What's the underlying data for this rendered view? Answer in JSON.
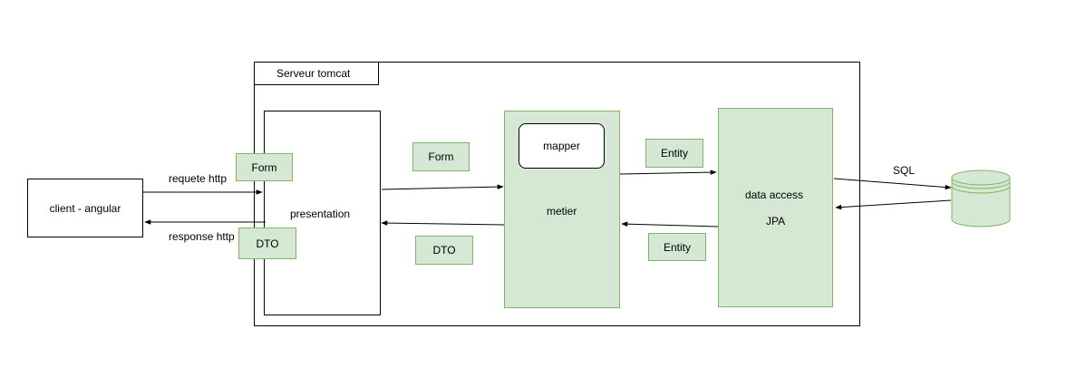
{
  "diagram": {
    "container_title": "Serveur tomcat",
    "client": "client - angular",
    "presentation": "presentation",
    "metier": "metier",
    "mapper": "mapper",
    "data_access": "data access",
    "jpa": "JPA",
    "form_left": "Form",
    "dto_left": "DTO",
    "form_mid": "Form",
    "dto_mid": "DTO",
    "entity_top": "Entity",
    "entity_bottom": "Entity",
    "requete": "requete http",
    "response": "response http",
    "sql": "SQL"
  },
  "colors": {
    "green_fill": "#d5e8d4",
    "green_stroke": "#82b366",
    "line": "#000000"
  }
}
